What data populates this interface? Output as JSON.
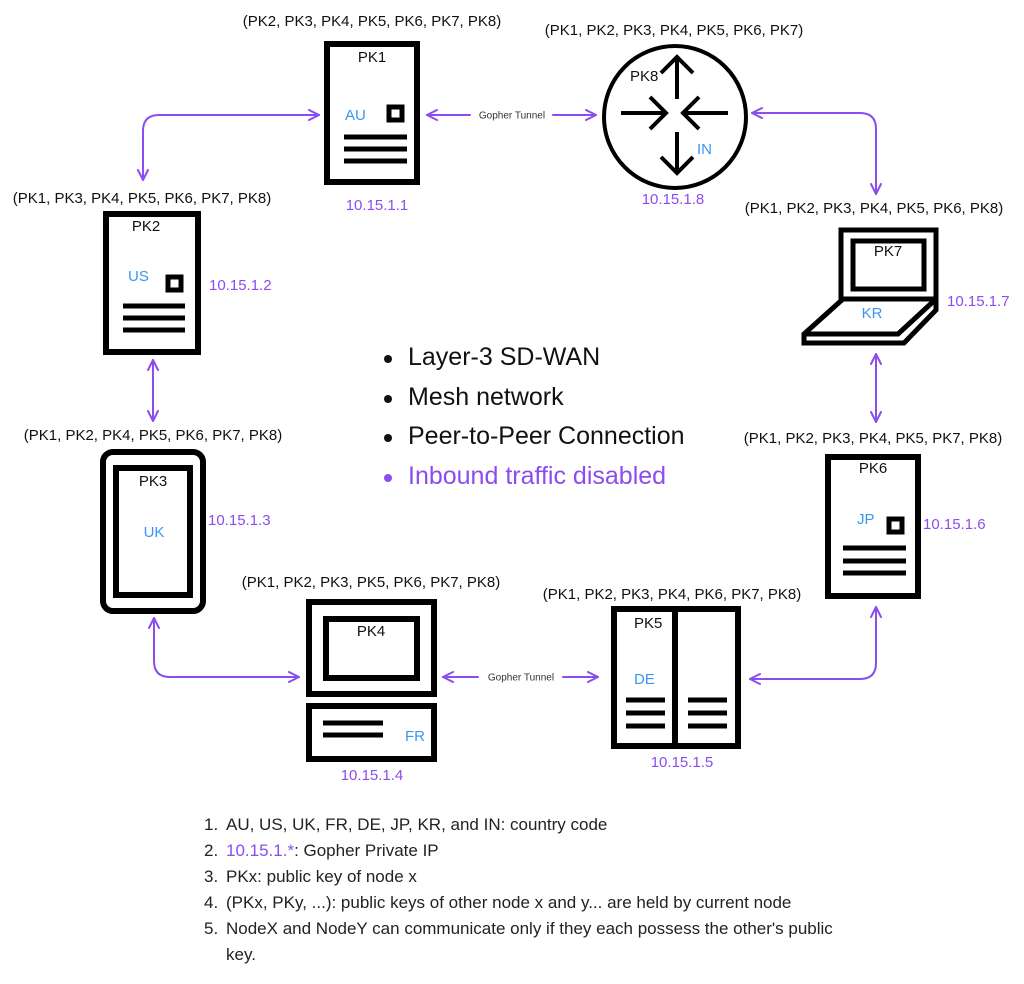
{
  "title_points": [
    {
      "text": "Layer-3 SD-WAN",
      "accent": false
    },
    {
      "text": "Mesh network",
      "accent": false
    },
    {
      "text": "Peer-to-Peer Connection",
      "accent": false
    },
    {
      "text": "Inbound traffic disabled",
      "accent": true
    }
  ],
  "colors": {
    "accent": "#8b4cf0",
    "country_code": "#3b96f0",
    "device_stroke": "#000000"
  },
  "tunnel_label": "Gopher Tunnel",
  "nodes": {
    "pk1": {
      "key": "PK1",
      "country": "AU",
      "ip": "10.15.1.1",
      "device": "server",
      "held_keys": "(PK2, PK3, PK4, PK5, PK6, PK7, PK8)"
    },
    "pk2": {
      "key": "PK2",
      "country": "US",
      "ip": "10.15.1.2",
      "device": "server",
      "held_keys": "(PK1, PK3, PK4, PK5, PK6, PK7, PK8)"
    },
    "pk3": {
      "key": "PK3",
      "country": "UK",
      "ip": "10.15.1.3",
      "device": "phone",
      "held_keys": "(PK1, PK2, PK4, PK5, PK6, PK7, PK8)"
    },
    "pk4": {
      "key": "PK4",
      "country": "FR",
      "ip": "10.15.1.4",
      "device": "desktop",
      "held_keys": "(PK1, PK2, PK3, PK5, PK6, PK7, PK8)"
    },
    "pk5": {
      "key": "PK5",
      "country": "DE",
      "ip": "10.15.1.5",
      "device": "rack-server",
      "held_keys": "(PK1, PK2, PK3, PK4, PK6, PK7, PK8)"
    },
    "pk6": {
      "key": "PK6",
      "country": "JP",
      "ip": "10.15.1.6",
      "device": "server",
      "held_keys": "(PK1, PK2, PK3, PK4, PK5, PK7, PK8)"
    },
    "pk7": {
      "key": "PK7",
      "country": "KR",
      "ip": "10.15.1.7",
      "device": "laptop",
      "held_keys": "(PK1, PK2, PK3, PK4, PK5, PK6, PK8)"
    },
    "pk8": {
      "key": "PK8",
      "country": "IN",
      "ip": "10.15.1.8",
      "device": "router",
      "held_keys": "(PK1, PK2, PK3, PK4, PK5, PK6, PK7)"
    }
  },
  "connections": [
    {
      "from": "PK1",
      "to": "PK8",
      "label": "Gopher Tunnel"
    },
    {
      "from": "PK8",
      "to": "PK7",
      "label": ""
    },
    {
      "from": "PK7",
      "to": "PK6",
      "label": ""
    },
    {
      "from": "PK6",
      "to": "PK5",
      "label": ""
    },
    {
      "from": "PK5",
      "to": "PK4",
      "label": "Gopher Tunnel"
    },
    {
      "from": "PK4",
      "to": "PK3",
      "label": ""
    },
    {
      "from": "PK3",
      "to": "PK2",
      "label": ""
    },
    {
      "from": "PK2",
      "to": "PK1",
      "label": ""
    }
  ],
  "notes": [
    {
      "num": "1.",
      "prefix": "",
      "text": "AU, US, UK, FR, DE, JP, KR, and IN: country code"
    },
    {
      "num": "2.",
      "prefix": "10.15.1.*",
      "text": ": Gopher Private IP"
    },
    {
      "num": "3.",
      "prefix": "",
      "text": "PKx: public key of node x"
    },
    {
      "num": "4.",
      "prefix": "",
      "text": "(PKx, PKy, ...): public keys of other node x and y... are held by current node"
    },
    {
      "num": "5.",
      "prefix": "",
      "text": "NodeX and NodeY can communicate only if they each possess the other's public key."
    }
  ]
}
